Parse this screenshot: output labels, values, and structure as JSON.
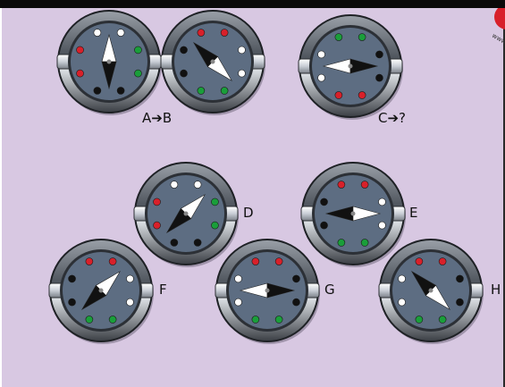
{
  "title": "",
  "colors": {
    "background": "#d8c8e2",
    "dial_face": "#5d6d82",
    "rim_dark": "#3a3e44",
    "white": "#ffffff",
    "black": "#111111",
    "red": "#d8202a",
    "green": "#1a9e3a"
  },
  "watermark_text": "www",
  "dials": [
    {
      "label": "A",
      "needle": "up-black-down",
      "dots": [
        "white",
        "white",
        "green",
        "green",
        "black",
        "black",
        "red",
        "red"
      ]
    },
    {
      "label": "B",
      "needle": "diag-black-nw",
      "dots": [
        "red",
        "red",
        "white",
        "white",
        "green",
        "green",
        "black",
        "black"
      ]
    },
    {
      "label": "C",
      "needle": "left-white-right-black",
      "dots": [
        "green",
        "green",
        "black",
        "black",
        "red",
        "red",
        "white",
        "white"
      ]
    },
    {
      "label": "D",
      "needle": "diag-white-ne",
      "dots": [
        "white",
        "white",
        "green",
        "green",
        "black",
        "black",
        "red",
        "red"
      ]
    },
    {
      "label": "E",
      "needle": "left-black-right-white",
      "dots": [
        "red",
        "red",
        "white",
        "white",
        "green",
        "green",
        "black",
        "black"
      ]
    },
    {
      "label": "F",
      "needle": "diag-white-ne",
      "dots": [
        "red",
        "red",
        "white",
        "white",
        "green",
        "green",
        "black",
        "black"
      ]
    },
    {
      "label": "G",
      "needle": "left-white-right-black",
      "dots": [
        "red",
        "red",
        "black",
        "black",
        "green",
        "green",
        "white",
        "white"
      ]
    },
    {
      "label": "H",
      "needle": "diag-black-nw",
      "dots": [
        "red",
        "red",
        "black",
        "black",
        "green",
        "green",
        "white",
        "white"
      ]
    }
  ],
  "labels": {
    "ab": "A➔B",
    "cq": "C➔?",
    "d": "D",
    "e": "E",
    "f": "F",
    "g": "G",
    "h": "H"
  }
}
